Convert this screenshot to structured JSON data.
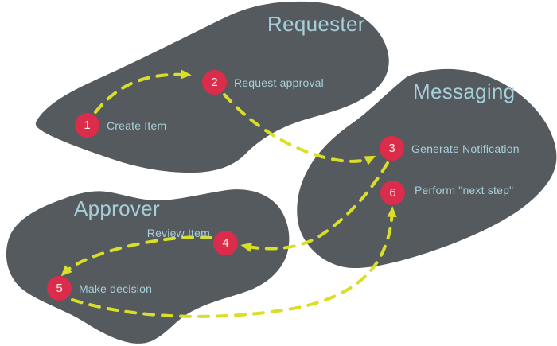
{
  "diagram": {
    "groups": [
      {
        "label": "Requester"
      },
      {
        "label": "Messaging"
      },
      {
        "label": "Approver"
      }
    ],
    "steps": [
      {
        "number": "1",
        "label": "Create Item",
        "group": "Requester"
      },
      {
        "number": "2",
        "label": "Request approval",
        "group": "Requester"
      },
      {
        "number": "3",
        "label": "Generate Notification",
        "group": "Messaging"
      },
      {
        "number": "4",
        "label": "Review Item",
        "group": "Approver"
      },
      {
        "number": "5",
        "label": "Make decision",
        "group": "Approver"
      },
      {
        "number": "6",
        "label": "Perform \"next step\"",
        "group": "Messaging"
      }
    ],
    "flows": [
      {
        "from": "1",
        "to": "2"
      },
      {
        "from": "2",
        "to": "3"
      },
      {
        "from": "3",
        "to": "4"
      },
      {
        "from": "4",
        "to": "5"
      },
      {
        "from": "5",
        "to": "6"
      }
    ],
    "colors": {
      "background": "#FFFFFF",
      "blob": "#555A5E",
      "step_circle": "#DC2C4B",
      "step_number_text": "#F7F0E4",
      "arrow": "#D9DE27",
      "label_text": "#A6CFDA"
    }
  }
}
